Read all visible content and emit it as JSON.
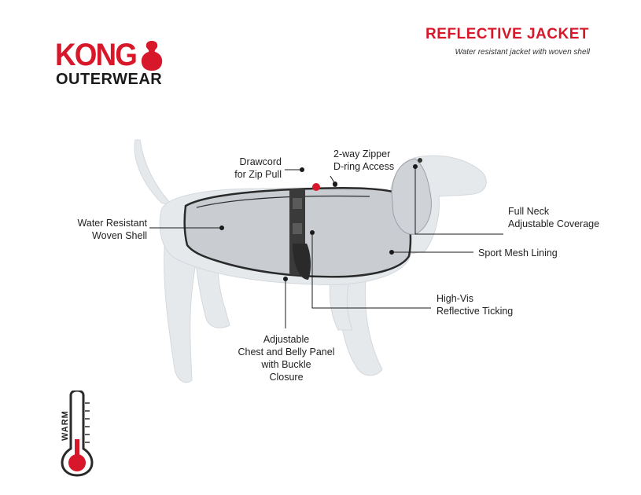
{
  "brand": {
    "wordmark": "KONG",
    "line": "OUTERWEAR",
    "color": "#d7182a"
  },
  "product": {
    "title": "REFLECTIVE JACKET",
    "subtitle": "Water resistant jacket with woven shell"
  },
  "callouts": {
    "drawcord": [
      "Drawcord",
      "for Zip Pull"
    ],
    "zipper": [
      "2-way Zipper",
      "D-ring Access"
    ],
    "shell": [
      "Water Resistant",
      "Woven Shell"
    ],
    "neck": [
      "Full Neck",
      "Adjustable Coverage"
    ],
    "mesh": [
      "Sport Mesh Lining"
    ],
    "hivis": [
      "High-Vis",
      "Reflective Ticking"
    ],
    "panel": [
      "Adjustable",
      "Chest and Belly Panel",
      "with Buckle",
      "Closure"
    ]
  },
  "warmth": {
    "label": "WARM",
    "level": 0.35
  },
  "colors": {
    "accent": "#d7182a",
    "jacket": "#c9cdd2",
    "mannequin": "#e6e9ec"
  },
  "icons": [
    "kong-logo-icon",
    "thermometer-icon"
  ]
}
